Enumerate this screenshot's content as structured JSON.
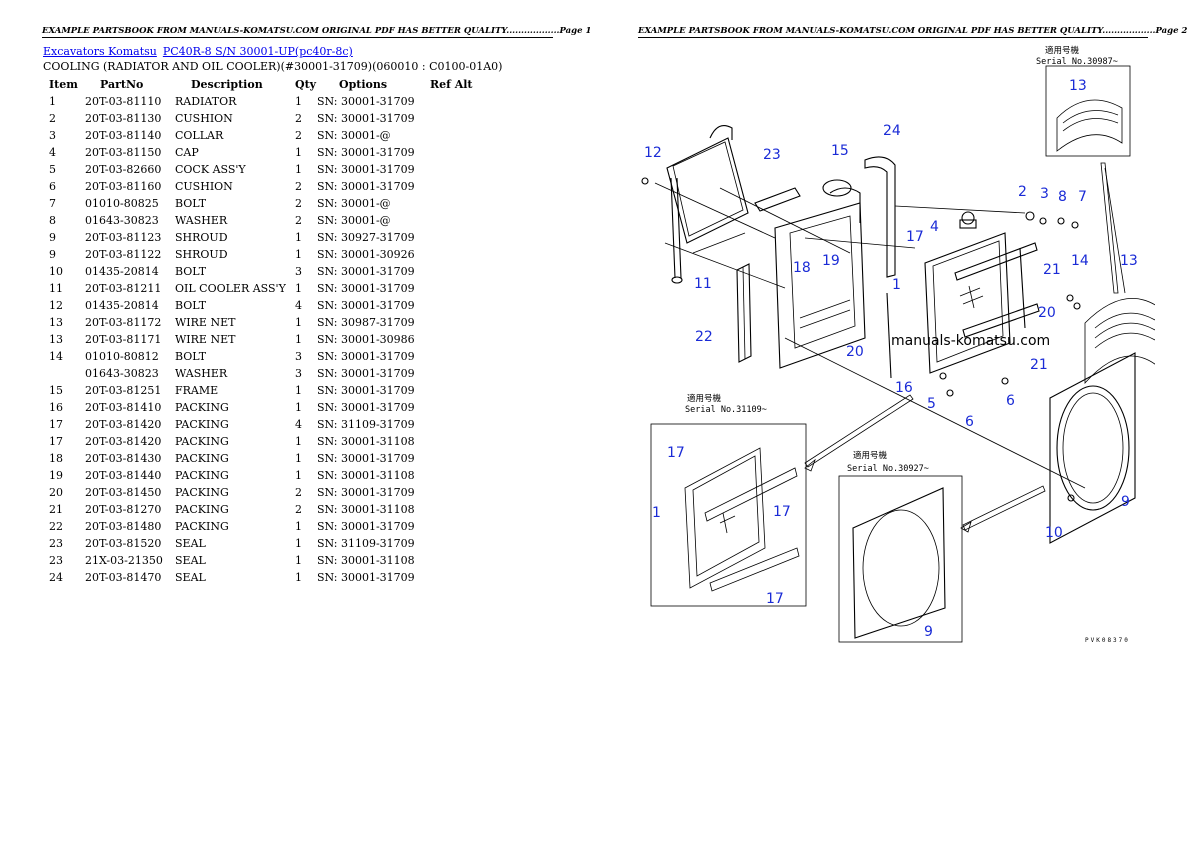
{
  "header": {
    "page1": "EXAMPLE PARTSBOOK FROM MANUALS-KOMATSU.COM ORIGINAL PDF HAS BETTER QUALITY..................Page 1",
    "page2": "EXAMPLE PARTSBOOK FROM MANUALS-KOMATSU.COM ORIGINAL PDF HAS BETTER QUALITY..................Page 2"
  },
  "breadcrumb": {
    "link1": "Excavators Komatsu",
    "link2": "PC40R-8 S/N 30001-UP(pc40r-8c)"
  },
  "subtitle": "COOLING (RADIATOR AND OIL COOLER)(#30001-31709)(060010 : C0100-01A0)",
  "table": {
    "headers": [
      "Item",
      "PartNo",
      "Description",
      "Qty",
      "Options",
      "Ref Alt"
    ],
    "rows": [
      [
        "1",
        "20T-03-81110",
        "RADIATOR",
        "1",
        "SN: 30001-31709",
        ""
      ],
      [
        "2",
        "20T-03-81130",
        "CUSHION",
        "2",
        "SN: 30001-31709",
        ""
      ],
      [
        "3",
        "20T-03-81140",
        "COLLAR",
        "2",
        "SN: 30001-@",
        ""
      ],
      [
        "4",
        "20T-03-81150",
        "CAP",
        "1",
        "SN: 30001-31709",
        ""
      ],
      [
        "5",
        "20T-03-82660",
        "COCK ASS'Y",
        "1",
        "SN: 30001-31709",
        ""
      ],
      [
        "6",
        "20T-03-81160",
        "CUSHION",
        "2",
        "SN: 30001-31709",
        ""
      ],
      [
        "7",
        "01010-80825",
        "BOLT",
        "2",
        "SN: 30001-@",
        ""
      ],
      [
        "8",
        "01643-30823",
        "WASHER",
        "2",
        "SN: 30001-@",
        ""
      ],
      [
        "9",
        "20T-03-81123",
        "SHROUD",
        "1",
        "SN: 30927-31709",
        ""
      ],
      [
        "9",
        "20T-03-81122",
        "SHROUD",
        "1",
        "SN: 30001-30926",
        ""
      ],
      [
        "10",
        "01435-20814",
        "BOLT",
        "3",
        "SN: 30001-31709",
        ""
      ],
      [
        "11",
        "20T-03-81211",
        "OIL COOLER ASS'Y",
        "1",
        "SN: 30001-31709",
        ""
      ],
      [
        "12",
        "01435-20814",
        "BOLT",
        "4",
        "SN: 30001-31709",
        ""
      ],
      [
        "13",
        "20T-03-81172",
        "WIRE NET",
        "1",
        "SN: 30987-31709",
        ""
      ],
      [
        "13",
        "20T-03-81171",
        "WIRE NET",
        "1",
        "SN: 30001-30986",
        ""
      ],
      [
        "14",
        "01010-80812",
        "BOLT",
        "3",
        "SN: 30001-31709",
        ""
      ],
      [
        "",
        "01643-30823",
        "WASHER",
        "3",
        "SN: 30001-31709",
        ""
      ],
      [
        "15",
        "20T-03-81251",
        "FRAME",
        "1",
        "SN: 30001-31709",
        ""
      ],
      [
        "16",
        "20T-03-81410",
        "PACKING",
        "1",
        "SN: 30001-31709",
        ""
      ],
      [
        "17",
        "20T-03-81420",
        "PACKING",
        "4",
        "SN: 31109-31709",
        ""
      ],
      [
        "17",
        "20T-03-81420",
        "PACKING",
        "1",
        "SN: 30001-31108",
        ""
      ],
      [
        "18",
        "20T-03-81430",
        "PACKING",
        "1",
        "SN: 30001-31709",
        ""
      ],
      [
        "19",
        "20T-03-81440",
        "PACKING",
        "1",
        "SN: 30001-31108",
        ""
      ],
      [
        "20",
        "20T-03-81450",
        "PACKING",
        "2",
        "SN: 30001-31709",
        ""
      ],
      [
        "21",
        "20T-03-81270",
        "PACKING",
        "2",
        "SN: 30001-31108",
        ""
      ],
      [
        "22",
        "20T-03-81480",
        "PACKING",
        "1",
        "SN: 30001-31709",
        ""
      ],
      [
        "23",
        "20T-03-81520",
        "SEAL",
        "1",
        "SN: 31109-31709",
        ""
      ],
      [
        "23",
        "21X-03-21350",
        "SEAL",
        "1",
        "SN: 30001-31108",
        ""
      ],
      [
        "24",
        "20T-03-81470",
        "SEAL",
        "1",
        "SN: 30001-31709",
        ""
      ]
    ]
  },
  "diagram": {
    "watermark": "manuals-komatsu.com",
    "serial_a_jp": "適用号機",
    "serial_a": "Serial No.30987~",
    "serial_b_jp": "適用号機",
    "serial_b": "Serial No.31109~",
    "serial_c_jp": "適用号機",
    "serial_c": "Serial No.30927~",
    "figure_code": "PVK08370",
    "callout_color": "#1a2bd6"
  }
}
